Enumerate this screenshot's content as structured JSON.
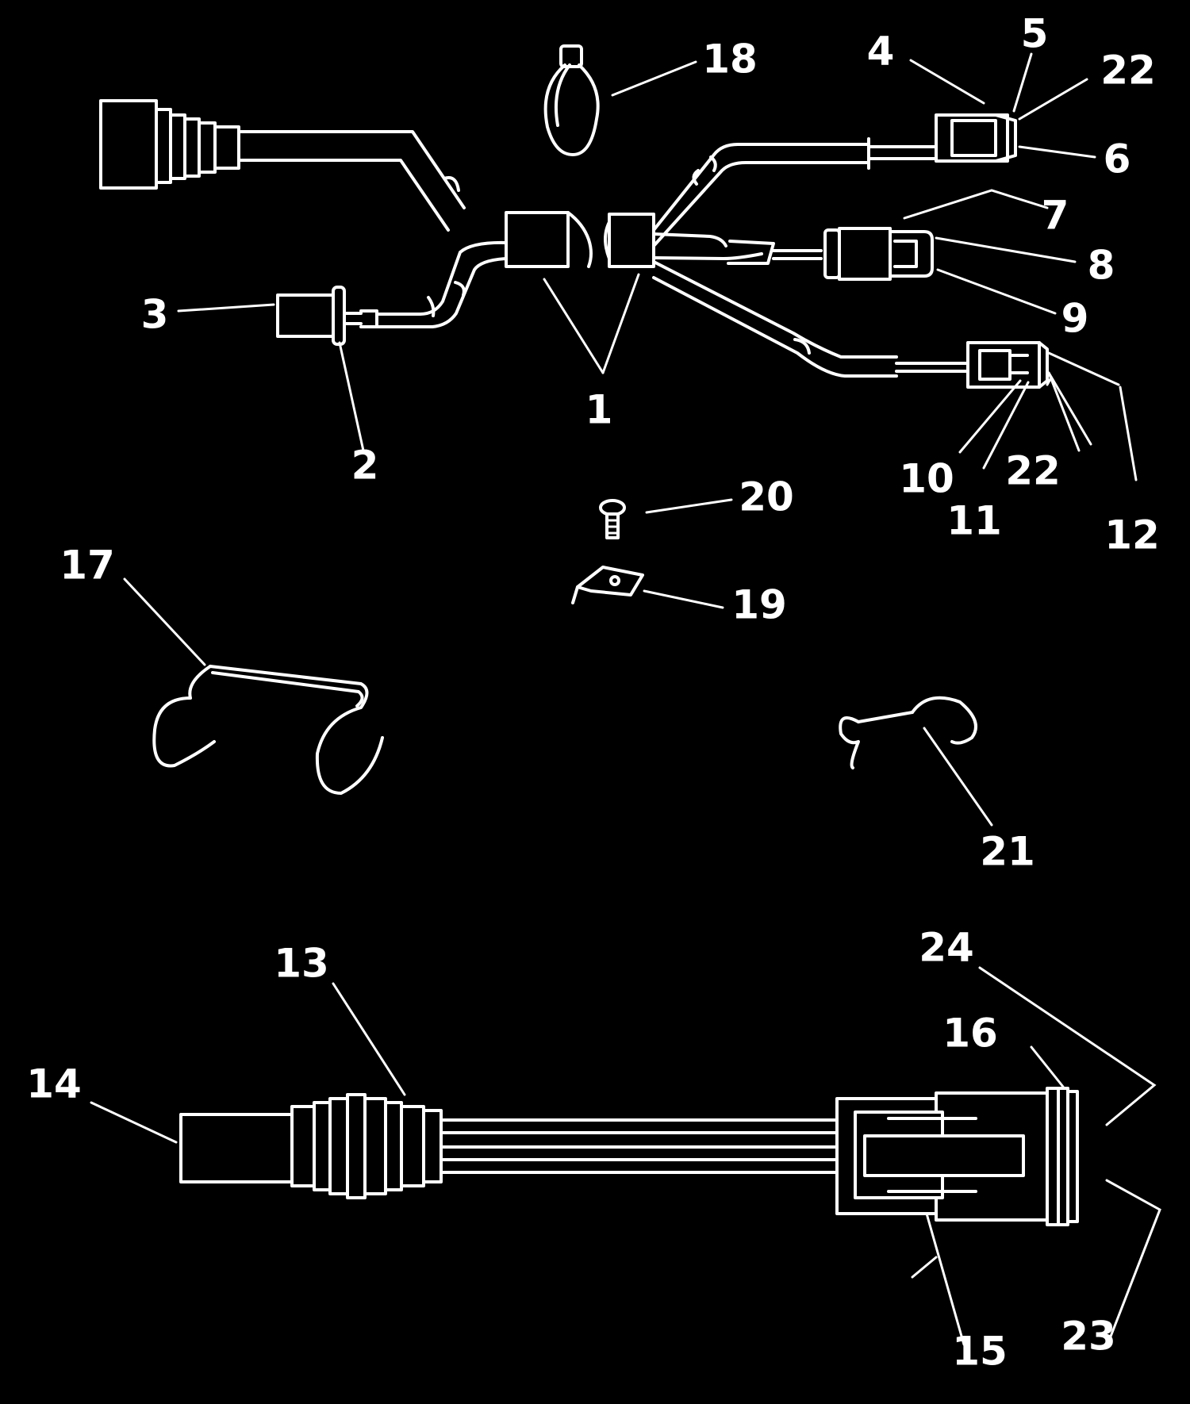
{
  "callouts": {
    "c1": "1",
    "c2": "2",
    "c3": "3",
    "c4": "4",
    "c5": "5",
    "c6": "6",
    "c7": "7",
    "c8": "8",
    "c9": "9",
    "c10": "10",
    "c11": "11",
    "c12": "12",
    "c13": "13",
    "c14": "14",
    "c15": "15",
    "c16": "16",
    "c17": "17",
    "c18": "18",
    "c19": "19",
    "c20": "20",
    "c21": "21",
    "c22a": "22",
    "c22b": "22",
    "c23": "23",
    "c24": "24"
  },
  "colors": {
    "background": "#000000",
    "line": "#ffffff"
  }
}
